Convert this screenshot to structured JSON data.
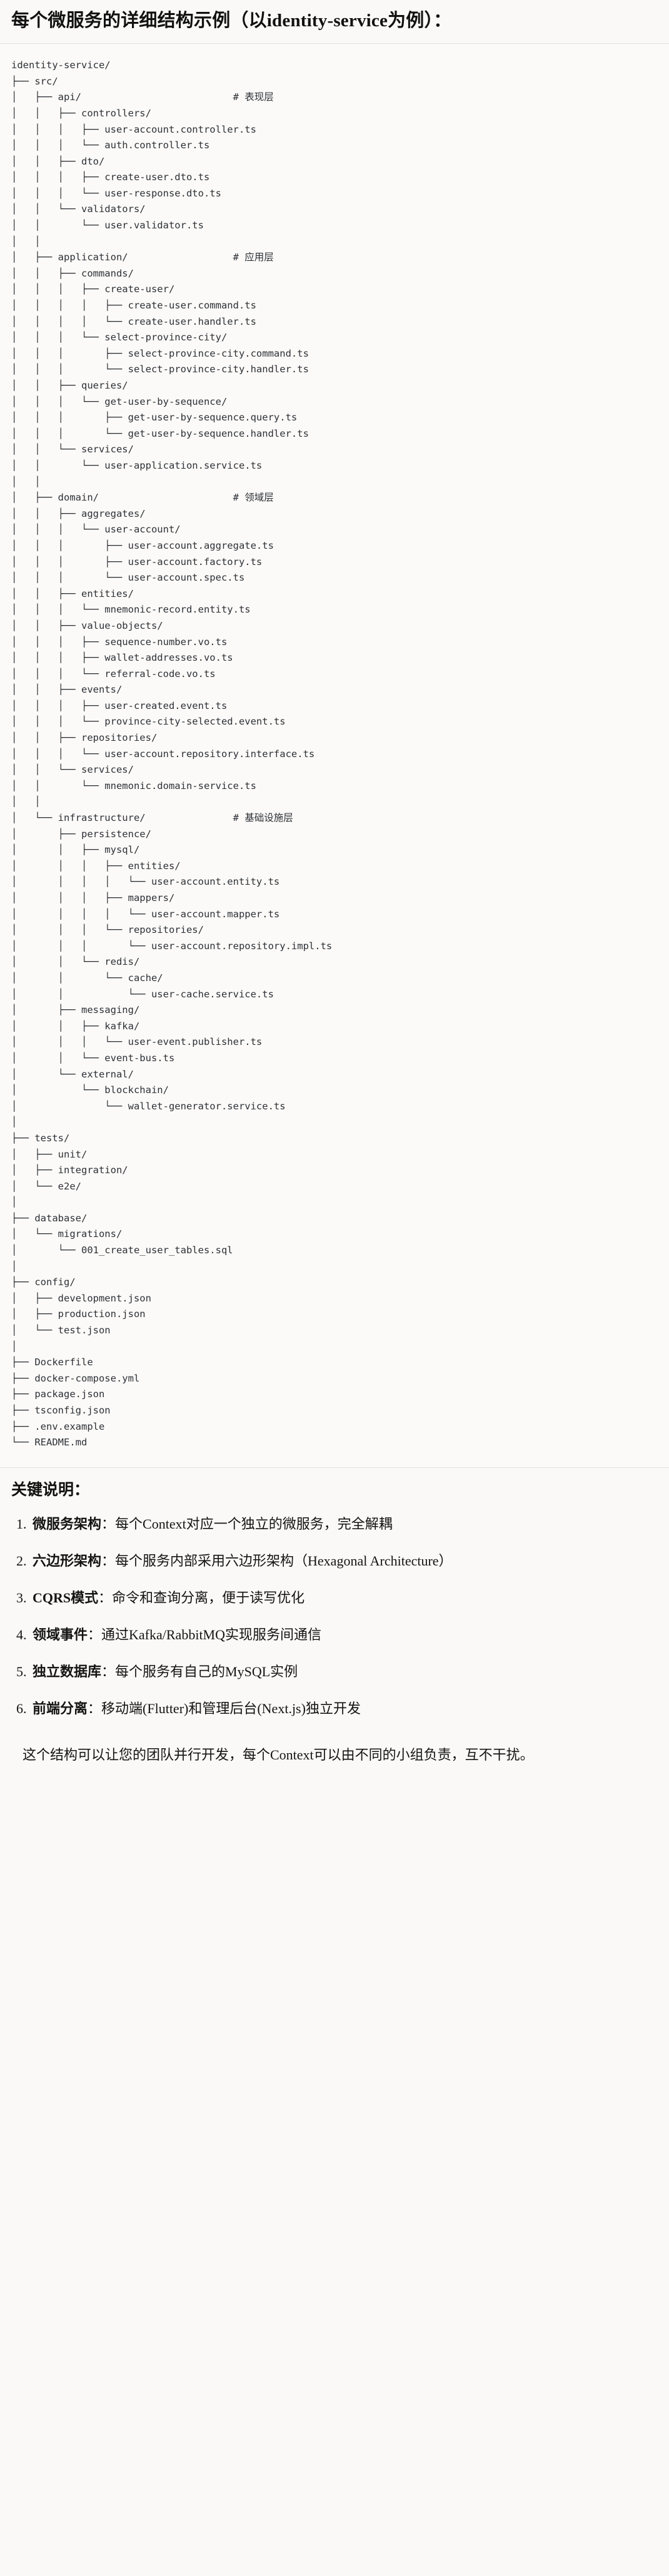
{
  "header": {
    "title": "每个微服务的详细结构示例（以identity-service为例）："
  },
  "tree": {
    "root": "identity-service/",
    "text": "identity-service/\n├── src/\n│   ├── api/                          # 表现层\n│   │   ├── controllers/\n│   │   │   ├── user-account.controller.ts\n│   │   │   └── auth.controller.ts\n│   │   ├── dto/\n│   │   │   ├── create-user.dto.ts\n│   │   │   └── user-response.dto.ts\n│   │   └── validators/\n│   │       └── user.validator.ts\n│   │\n│   ├── application/                  # 应用层\n│   │   ├── commands/\n│   │   │   ├── create-user/\n│   │   │   │   ├── create-user.command.ts\n│   │   │   │   └── create-user.handler.ts\n│   │   │   └── select-province-city/\n│   │   │       ├── select-province-city.command.ts\n│   │   │       └── select-province-city.handler.ts\n│   │   ├── queries/\n│   │   │   └── get-user-by-sequence/\n│   │   │       ├── get-user-by-sequence.query.ts\n│   │   │       └── get-user-by-sequence.handler.ts\n│   │   └── services/\n│   │       └── user-application.service.ts\n│   │\n│   ├── domain/                       # 领域层\n│   │   ├── aggregates/\n│   │   │   └── user-account/\n│   │   │       ├── user-account.aggregate.ts\n│   │   │       ├── user-account.factory.ts\n│   │   │       └── user-account.spec.ts\n│   │   ├── entities/\n│   │   │   └── mnemonic-record.entity.ts\n│   │   ├── value-objects/\n│   │   │   ├── sequence-number.vo.ts\n│   │   │   ├── wallet-addresses.vo.ts\n│   │   │   └── referral-code.vo.ts\n│   │   ├── events/\n│   │   │   ├── user-created.event.ts\n│   │   │   └── province-city-selected.event.ts\n│   │   ├── repositories/\n│   │   │   └── user-account.repository.interface.ts\n│   │   └── services/\n│   │       └── mnemonic.domain-service.ts\n│   │\n│   └── infrastructure/               # 基础设施层\n│       ├── persistence/\n│       │   ├── mysql/\n│       │   │   ├── entities/\n│       │   │   │   └── user-account.entity.ts\n│       │   │   ├── mappers/\n│       │   │   │   └── user-account.mapper.ts\n│       │   │   └── repositories/\n│       │   │       └── user-account.repository.impl.ts\n│       │   └── redis/\n│       │       └── cache/\n│       │           └── user-cache.service.ts\n│       ├── messaging/\n│       │   ├── kafka/\n│       │   │   └── user-event.publisher.ts\n│       │   └── event-bus.ts\n│       └── external/\n│           └── blockchain/\n│               └── wallet-generator.service.ts\n│\n├── tests/\n│   ├── unit/\n│   ├── integration/\n│   └── e2e/\n│\n├── database/\n│   └── migrations/\n│       └── 001_create_user_tables.sql\n│\n├── config/\n│   ├── development.json\n│   ├── production.json\n│   └── test.json\n│\n├── Dockerfile\n├── docker-compose.yml\n├── package.json\n├── tsconfig.json\n├── .env.example\n└── README.md",
    "layer_comments": [
      {
        "path": "api/",
        "comment": "# 表现层"
      },
      {
        "path": "application/",
        "comment": "# 应用层"
      },
      {
        "path": "domain/",
        "comment": "# 领域层"
      },
      {
        "path": "infrastructure/",
        "comment": "# 基础设施层"
      }
    ]
  },
  "notes": {
    "heading": "关键说明：",
    "items": [
      {
        "term": "微服务架构",
        "sep": "：",
        "desc": "每个Context对应一个独立的微服务，完全解耦"
      },
      {
        "term": "六边形架构",
        "sep": "：",
        "desc": "每个服务内部采用六边形架构（Hexagonal Architecture）"
      },
      {
        "term": "CQRS模式",
        "sep": "：",
        "desc": "命令和查询分离，便于读写优化"
      },
      {
        "term": "领域事件",
        "sep": "：",
        "desc": "通过Kafka/RabbitMQ实现服务间通信"
      },
      {
        "term": "独立数据库",
        "sep": "：",
        "desc": "每个服务有自己的MySQL实例"
      },
      {
        "term": "前端分离",
        "sep": "：",
        "desc": "移动端(Flutter)和管理后台(Next.js)独立开发"
      }
    ],
    "closing": "这个结构可以让您的团队并行开发，每个Context可以由不同的小组负责，互不干扰。"
  }
}
